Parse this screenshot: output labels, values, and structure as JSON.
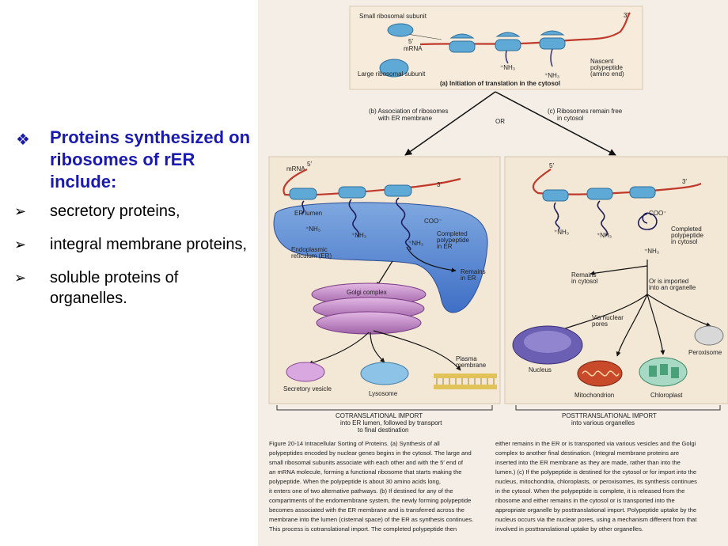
{
  "slide": {
    "heading": "Proteins synthesized on ribosomes of rER include:",
    "bullets": [
      "secretory proteins,",
      "integral membrane proteins,",
      "soluble proteins of organelles."
    ]
  },
  "figure": {
    "top": {
      "small_subunit": "Small ribosomal subunit",
      "large_subunit": "Large ribosomal subunit",
      "five_prime": "5′",
      "three_prime": "3′",
      "mrna": "mRNA",
      "nh3": "⁺NH₃",
      "nascent": "Nascent polypeptide (amino end)",
      "caption_a": "(a) Initiation of translation in the cytosol"
    },
    "branch": {
      "b_label": "(b) Association of ribosomes with ER membrane",
      "or": "OR",
      "c_label": "(c) Ribosomes remain free in cytosol"
    },
    "left": {
      "er_lumen": "ER lumen",
      "coo": "COO⁻",
      "completed_er": "Completed polypeptide in ER",
      "er_name": "Endoplasmic reticulum (ER)",
      "remains_er": "Remains in ER",
      "golgi": "Golgi complex",
      "secretory": "Secretory vesicle",
      "lysosome": "Lysosome",
      "plasma": "Plasma membrane"
    },
    "right": {
      "completed_cytosol": "Completed polypeptide in cytosol",
      "remains_cytosol": "Remains in cytosol",
      "imported": "Or is imported into an organelle",
      "via_pores": "Via nuclear pores",
      "nucleus": "Nucleus",
      "mitochondrion": "Mitochondrion",
      "chloroplast": "Chloroplast",
      "peroxisome": "Peroxisome"
    },
    "bottom": {
      "cotranslational": "COTRANSLATIONAL IMPORT into ER lumen, followed by transport to final destination",
      "posttranslational": "POSTTRANSLATIONAL IMPORT into various organelles"
    },
    "caption": {
      "title": "Figure 20-14",
      "title_rest": "Intracellular Sorting of Proteins.",
      "left_lines": [
        "Figure 20-14   Intracellular Sorting of Proteins.   (a) Synthesis of all",
        "polypeptides encoded by nuclear genes begins in the cytosol. The large and",
        "small ribosomal subunits associate with each other and with the 5′ end of",
        "an mRNA molecule, forming a functional ribosome that starts making the",
        "polypeptide. When the polypeptide is about 30 amino acids long,",
        "it enters one of two alternative pathways. (b) If destined for any of the",
        "compartments of the endomembrane system, the newly forming polypeptide",
        "becomes associated with the ER membrane and is transferred across the",
        "membrane into the lumen (cisternal space) of the ER as synthesis continues.",
        "This process is cotranslational import. The completed polypeptide then"
      ],
      "right_lines": [
        "either remains in the ER or is transported via various vesicles and the Golgi",
        "complex to another final destination. (Integral membrane proteins are",
        "inserted into the ER membrane as they are made, rather than into the",
        "lumen.) (c) If the polypeptide is destined for the cytosol or for import into the",
        "nucleus, mitochondria, chloroplasts, or peroxisomes, its synthesis continues",
        "in the cytosol. When the polypeptide is complete, it is released from the",
        "ribosome and either remains in the cytosol or is transported into the",
        "appropriate organelle by posttranslational import. Polypeptide uptake by the",
        "nucleus occurs via the nuclear pores, using a mechanism different from that",
        "involved in posttranslational uptake by other organelles."
      ]
    }
  }
}
